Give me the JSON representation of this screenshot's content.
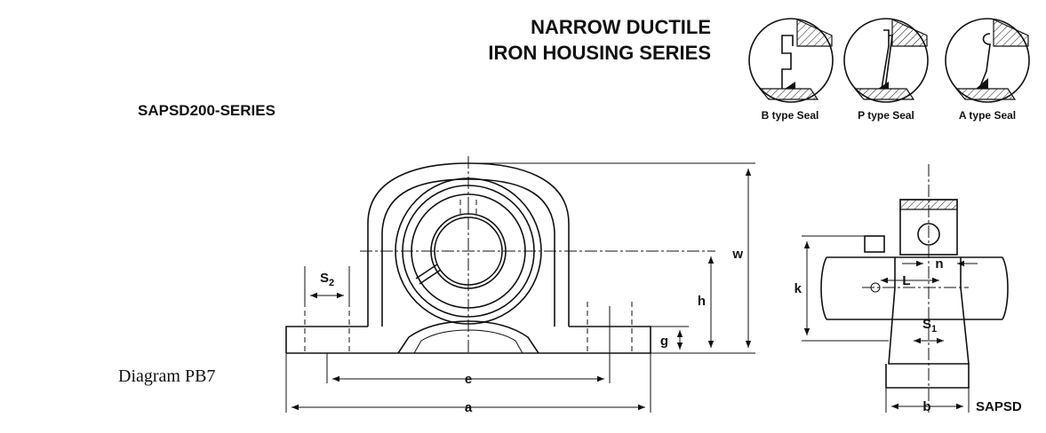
{
  "header": {
    "title_line1": "NARROW DUCTILE",
    "title_line2": "IRON HOUSING SERIES",
    "series": "SAPSD200-SERIES"
  },
  "seals": [
    {
      "label": "B type Seal"
    },
    {
      "label": "P type Seal"
    },
    {
      "label": "A type Seal"
    }
  ],
  "dimensions": {
    "w": "w",
    "h": "h",
    "g": "g",
    "e": "e",
    "a": "a",
    "s2": "S",
    "s2_sub": "2",
    "k": "k",
    "n": "n",
    "L": "L",
    "s1": "S",
    "s1_sub": "1",
    "b": "b"
  },
  "side_view_label": "SAPSD",
  "caption": "Diagram PB7"
}
